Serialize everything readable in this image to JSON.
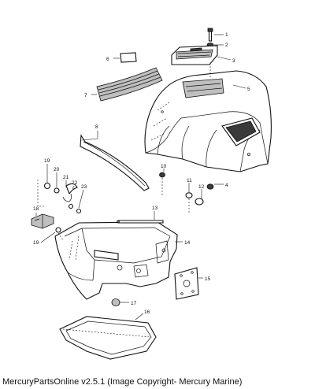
{
  "caption": "MercuryPartsOnline v2.5.1 (Image Copyright- Mercury Marine)",
  "callouts": [
    {
      "id": "1"
    },
    {
      "id": "2"
    },
    {
      "id": "3"
    },
    {
      "id": "4"
    },
    {
      "id": "5"
    },
    {
      "id": "6"
    },
    {
      "id": "7"
    },
    {
      "id": "8"
    },
    {
      "id": "10"
    },
    {
      "id": "11"
    },
    {
      "id": "12"
    },
    {
      "id": "13"
    },
    {
      "id": "14"
    },
    {
      "id": "15"
    },
    {
      "id": "16"
    },
    {
      "id": "17"
    },
    {
      "id": "18"
    },
    {
      "id": "19"
    },
    {
      "id": "19b",
      "label": "19"
    },
    {
      "id": "20"
    },
    {
      "id": "21"
    },
    {
      "id": "22"
    },
    {
      "id": "23"
    }
  ]
}
